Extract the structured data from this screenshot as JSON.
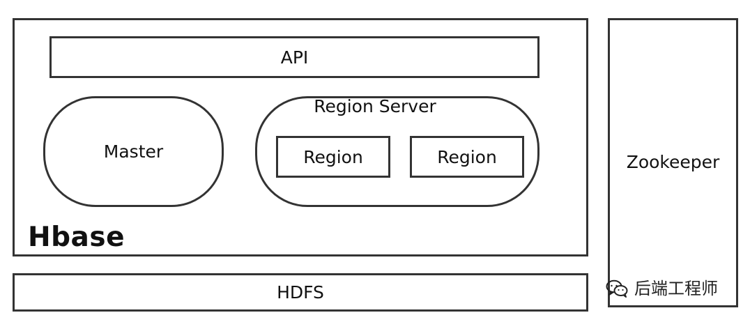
{
  "diagram": {
    "hbase": {
      "title": "Hbase",
      "api_label": "API",
      "master_label": "Master",
      "region_server": {
        "label": "Region Server",
        "regions": [
          "Region",
          "Region"
        ]
      }
    },
    "hdfs_label": "HDFS",
    "zookeeper_label": "Zookeeper"
  },
  "watermark": {
    "icon": "wechat-icon",
    "text": "后端工程师"
  },
  "colors": {
    "stroke": "#333333",
    "text": "#111111",
    "background": "#ffffff"
  }
}
